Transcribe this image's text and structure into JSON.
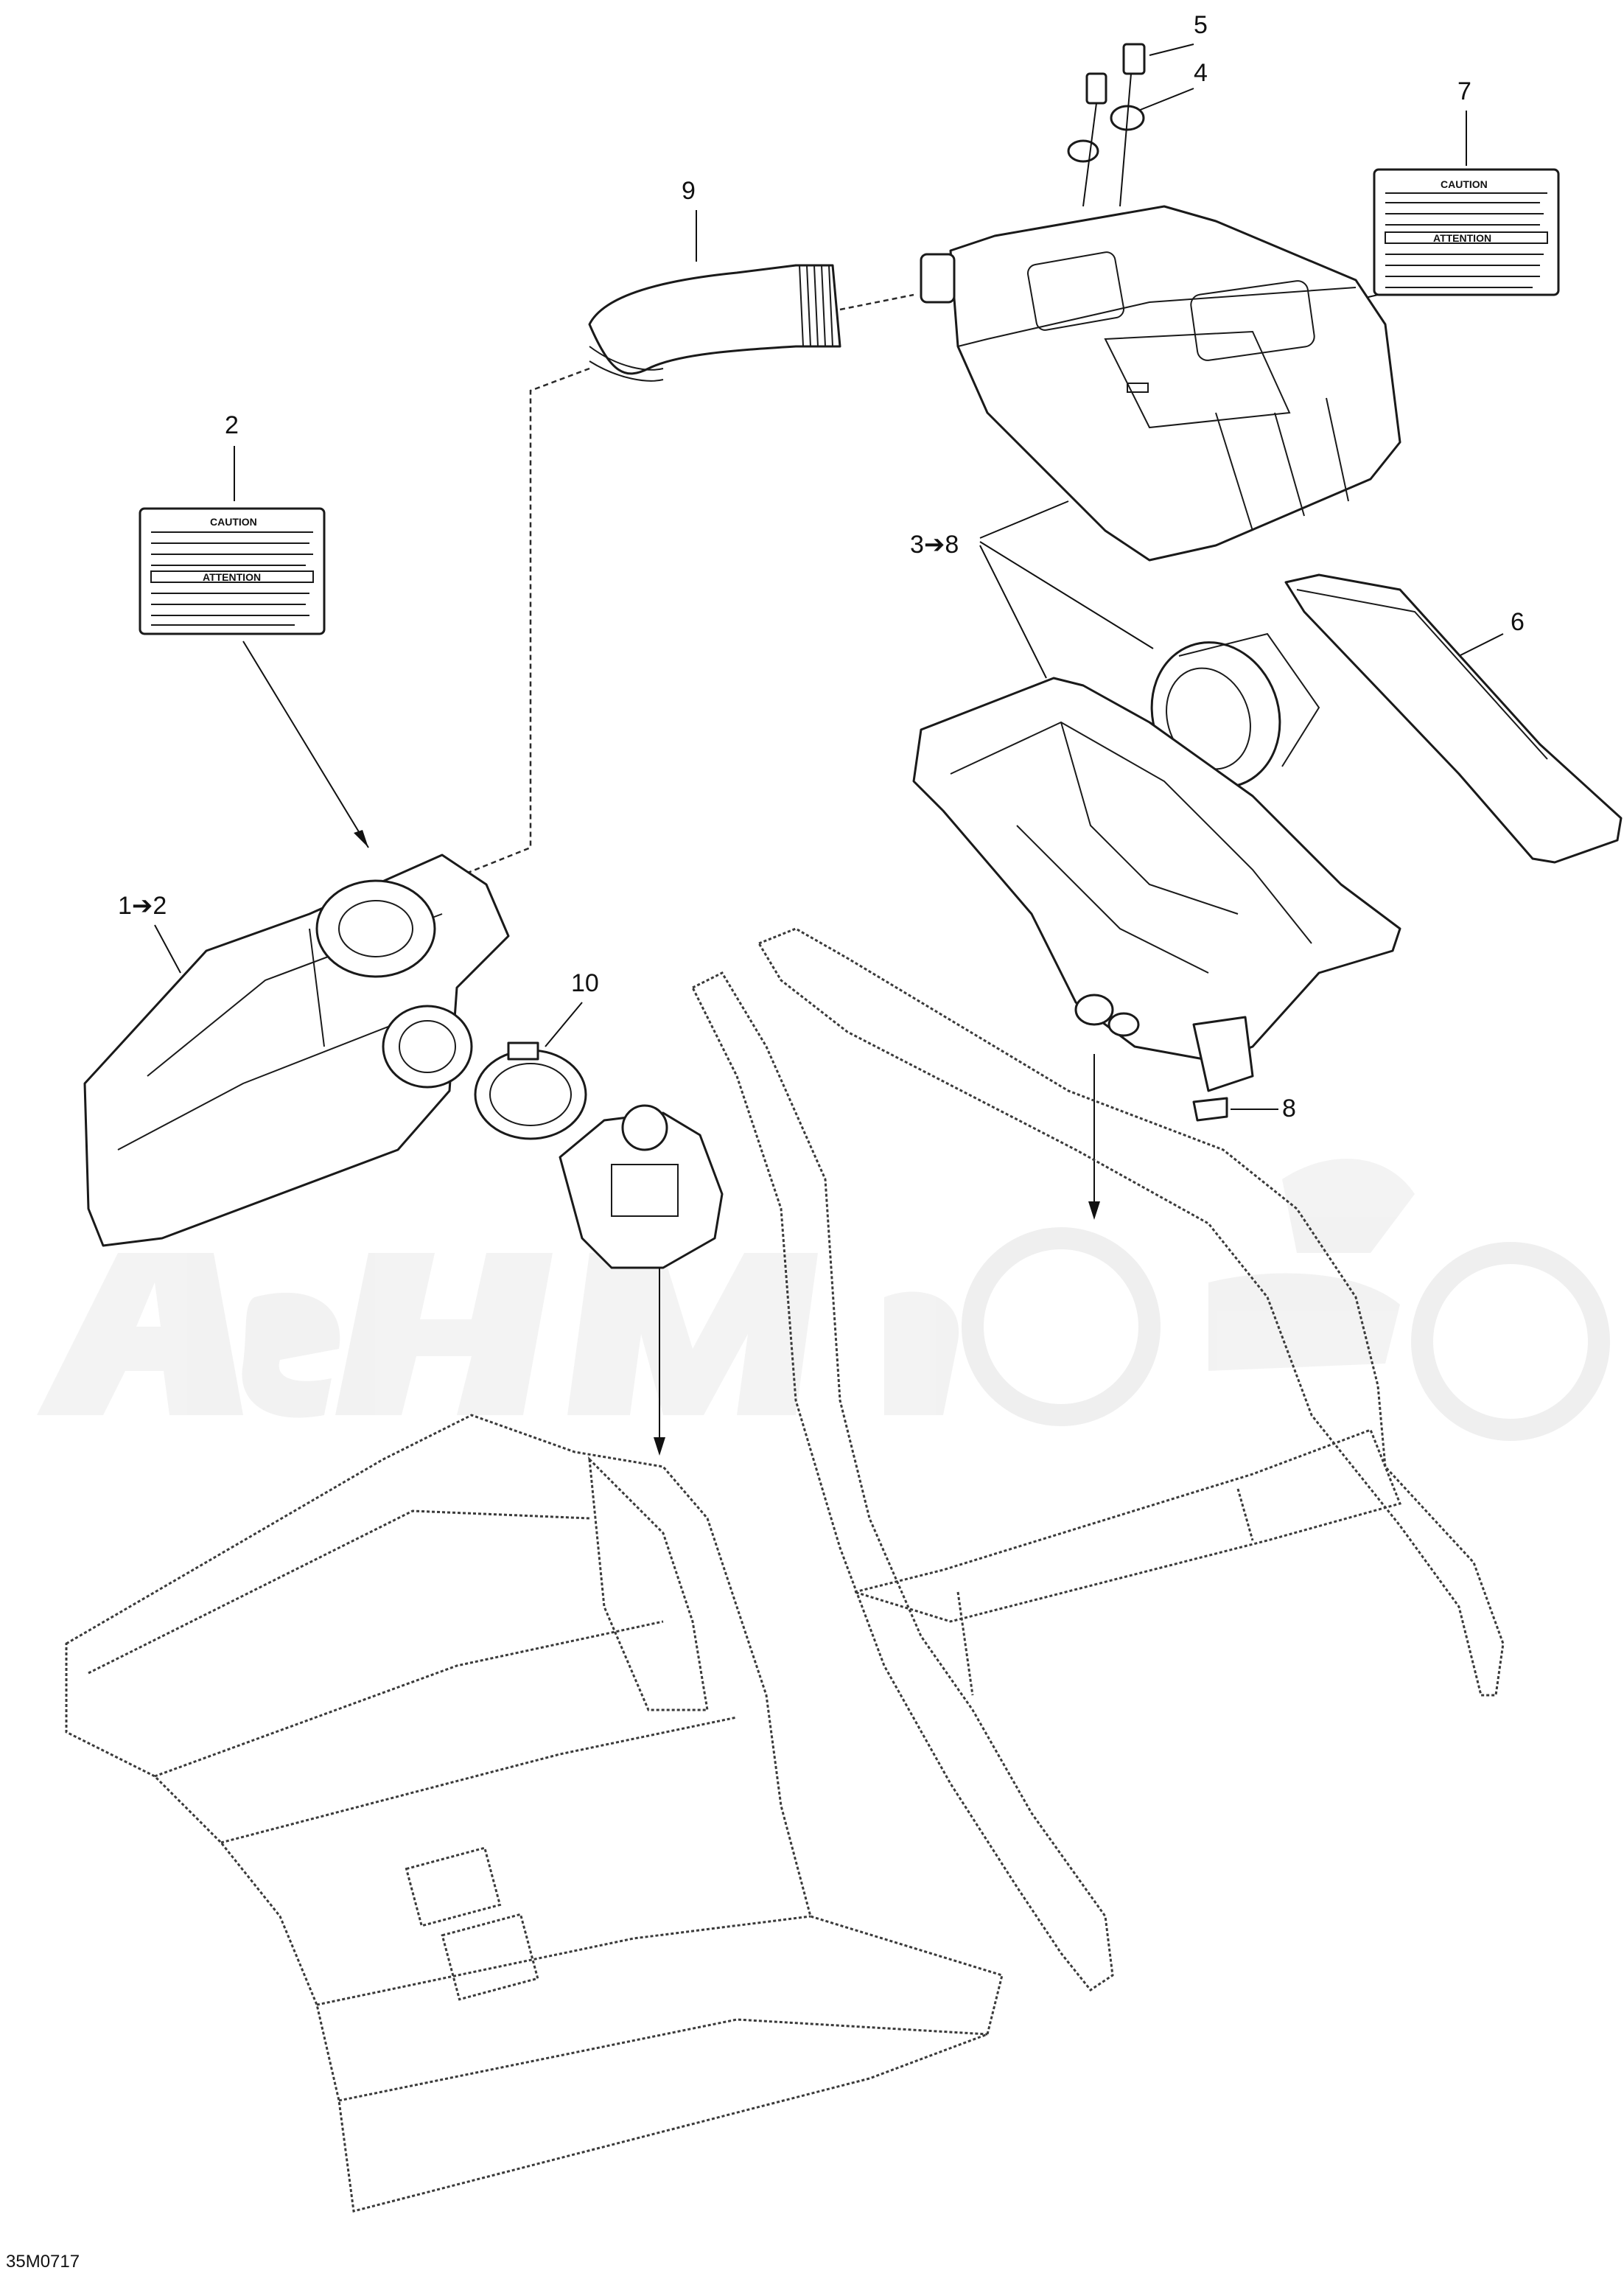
{
  "diagram": {
    "callouts": {
      "c1": "1➔2",
      "c2": "2",
      "c3": "3➔8",
      "c4": "4",
      "c5": "5",
      "c6": "6",
      "c7": "7",
      "c8": "8",
      "c9": "9",
      "c10": "10"
    },
    "labels": {
      "caution_title": "CAUTION",
      "attention_title": "ATTENTION"
    },
    "drawing_code": "35M0717",
    "watermark_icon": "motorcycle-watermark-icon"
  }
}
